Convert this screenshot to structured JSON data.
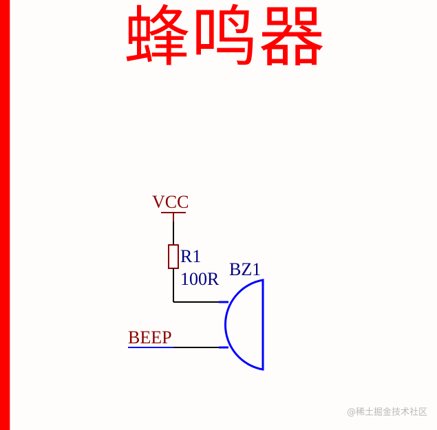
{
  "title": "蜂鸣器",
  "net_vcc": "VCC",
  "resistor": {
    "ref": "R1",
    "value": "100R"
  },
  "buzzer": {
    "ref": "BZ1"
  },
  "net_beep": "BEEP",
  "watermark": "@稀土掘金技术社区",
  "colors": {
    "title": "#ff0000",
    "net": "#8b0000",
    "component": "#0000ff",
    "wire": "#000000",
    "label": "#000080"
  }
}
